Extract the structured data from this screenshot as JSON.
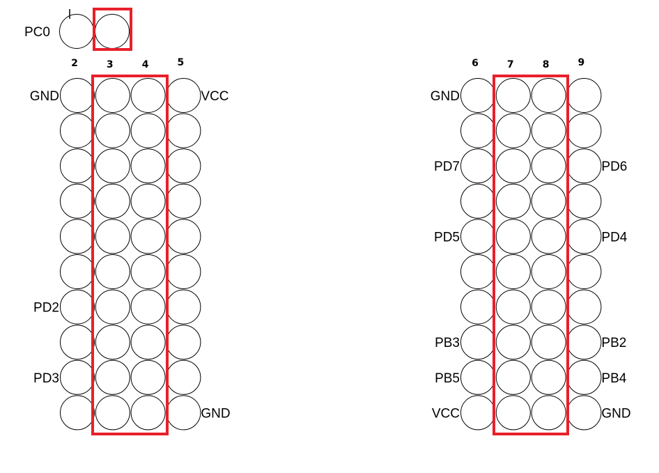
{
  "pin1_label": "1",
  "top_label": "PC0",
  "highlight_color": "#e8202a",
  "left_header": {
    "column_numbers": [
      "2",
      "3",
      "4",
      "5"
    ],
    "rows": 10,
    "left_labels": [
      "GND",
      "",
      "",
      "",
      "",
      "",
      "PD2",
      "",
      "PD3",
      ""
    ],
    "right_labels": [
      "VCC",
      "",
      "",
      "",
      "",
      "",
      "",
      "",
      "",
      "GND"
    ]
  },
  "right_header": {
    "column_numbers": [
      "6",
      "7",
      "8",
      "9"
    ],
    "rows": 10,
    "left_labels": [
      "GND",
      "",
      "PD7",
      "",
      "PD5",
      "",
      "",
      "PB3",
      "PB5",
      "VCC"
    ],
    "right_labels": [
      "",
      "",
      "PD6",
      "",
      "PD4",
      "",
      "",
      "PB2",
      "PB4",
      "GND"
    ]
  }
}
